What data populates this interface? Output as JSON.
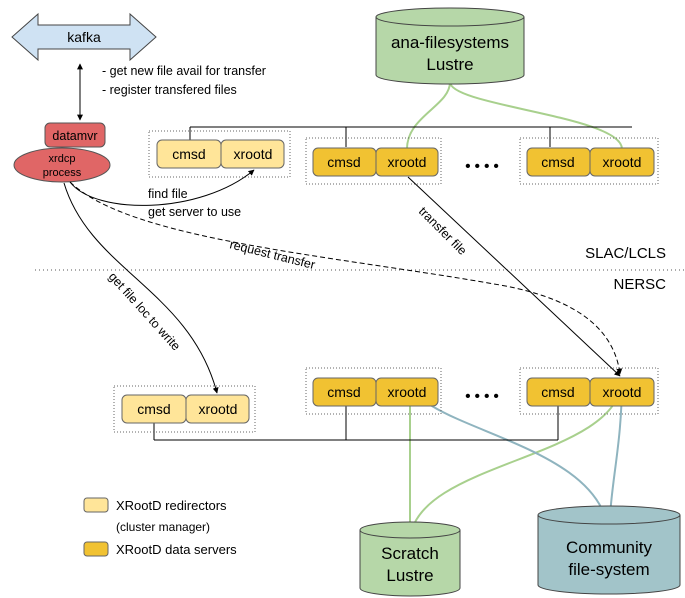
{
  "kafka": {
    "label": "kafka"
  },
  "kafka_notes": [
    "- get new file avail for transfer",
    "- register transfered files"
  ],
  "datamvr": {
    "label": "datamvr",
    "process_line1": "xrdcp",
    "process_line2": "process"
  },
  "storage": {
    "ana": {
      "line1": "ana-filesystems",
      "line2": "Lustre"
    },
    "scratch": {
      "line1": "Scratch",
      "line2": "Lustre"
    },
    "community": {
      "line1": "Community",
      "line2": "file-system"
    }
  },
  "node_labels": {
    "cmsd": "cmsd",
    "xrootd": "xrootd"
  },
  "ellipsis": "• • • •",
  "arrows": {
    "find_file": "find file",
    "get_server": "get server to use",
    "transfer_file": "transfer  file",
    "request_transfer": "request  transfer",
    "get_file_loc": "get file loc to write"
  },
  "sites": {
    "slac": "SLAC/LCLS",
    "nersc": "NERSC"
  },
  "legend": {
    "redirectors": "XRootD redirectors",
    "redirectors_sub": "(cluster manager)",
    "data_servers": "XRootD data servers"
  },
  "colors": {
    "redirector": "#ffe599",
    "data_server": "#f1c232",
    "datamvr": "#e06666",
    "kafka": "#cfe2f3",
    "lustre": "#b6d7a8",
    "community": "#a2c4c9",
    "green_line": "#a8d08d",
    "blue_line": "#8fb4bf"
  }
}
